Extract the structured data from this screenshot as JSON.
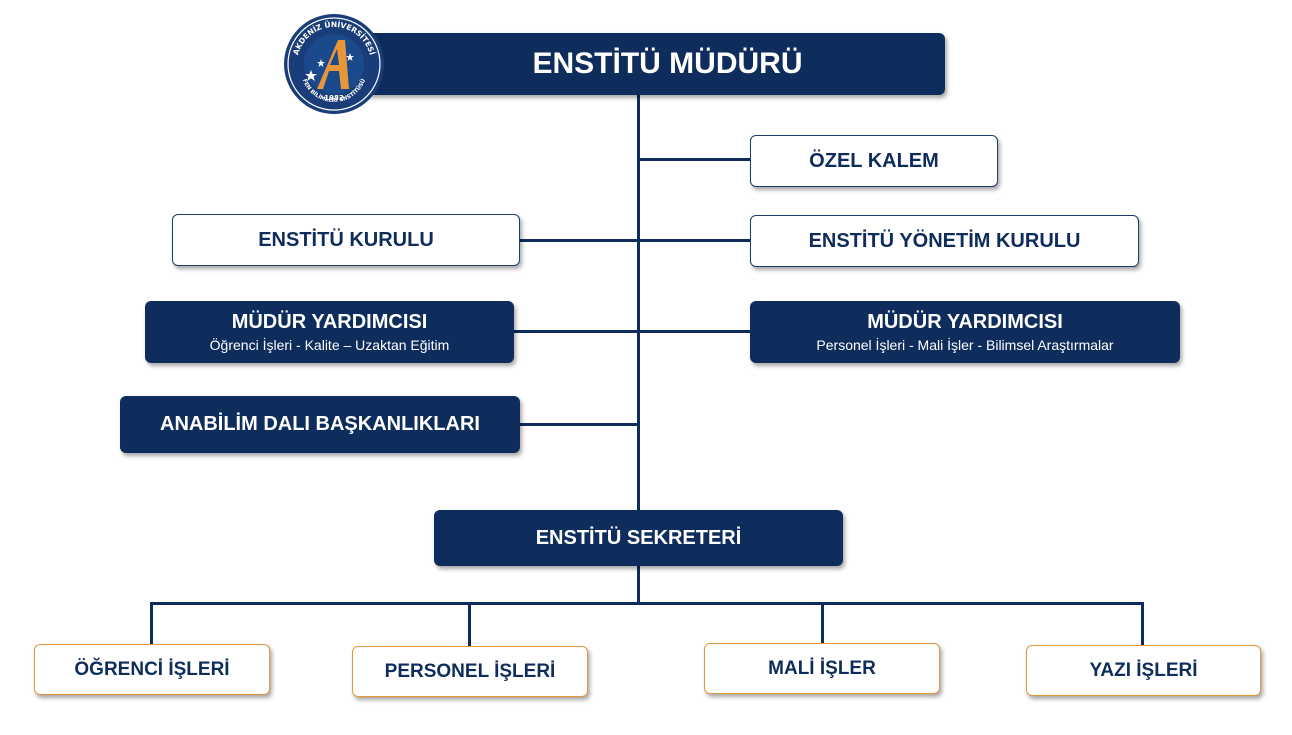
{
  "top": {
    "title": "ENSTİTÜ MÜDÜRÜ"
  },
  "logo": {
    "arc_top": "AKDENİZ ÜNİVERSİTESİ",
    "arc_bottom": "FEN BİLİMLERİ ENSTİTÜSÜ",
    "year": "1982"
  },
  "right": {
    "ozel_kalem": "ÖZEL KALEM",
    "yonetim_kurulu": "ENSTİTÜ YÖNETİM KURULU",
    "mudur_yardimcisi": {
      "title": "MÜDÜR YARDIMCISI",
      "subtitle": "Personel İşleri - Mali İşler - Bilimsel Araştırmalar"
    }
  },
  "left": {
    "kurul": "ENSTİTÜ KURULU",
    "mudur_yardimcisi": {
      "title": "MÜDÜR YARDIMCISI",
      "subtitle": "Öğrenci İşleri - Kalite – Uzaktan Eğitim"
    },
    "anabilim": "ANABİLİM DALI BAŞKANLIKLARI"
  },
  "sekreter": "ENSTİTÜ SEKRETERİ",
  "units": [
    "ÖĞRENCİ İŞLERİ",
    "PERSONEL İŞLERİ",
    "MALİ İŞLER",
    "YAZI İŞLERİ"
  ],
  "colors": {
    "navy": "#0f2d5c",
    "orange": "#e8963a"
  }
}
